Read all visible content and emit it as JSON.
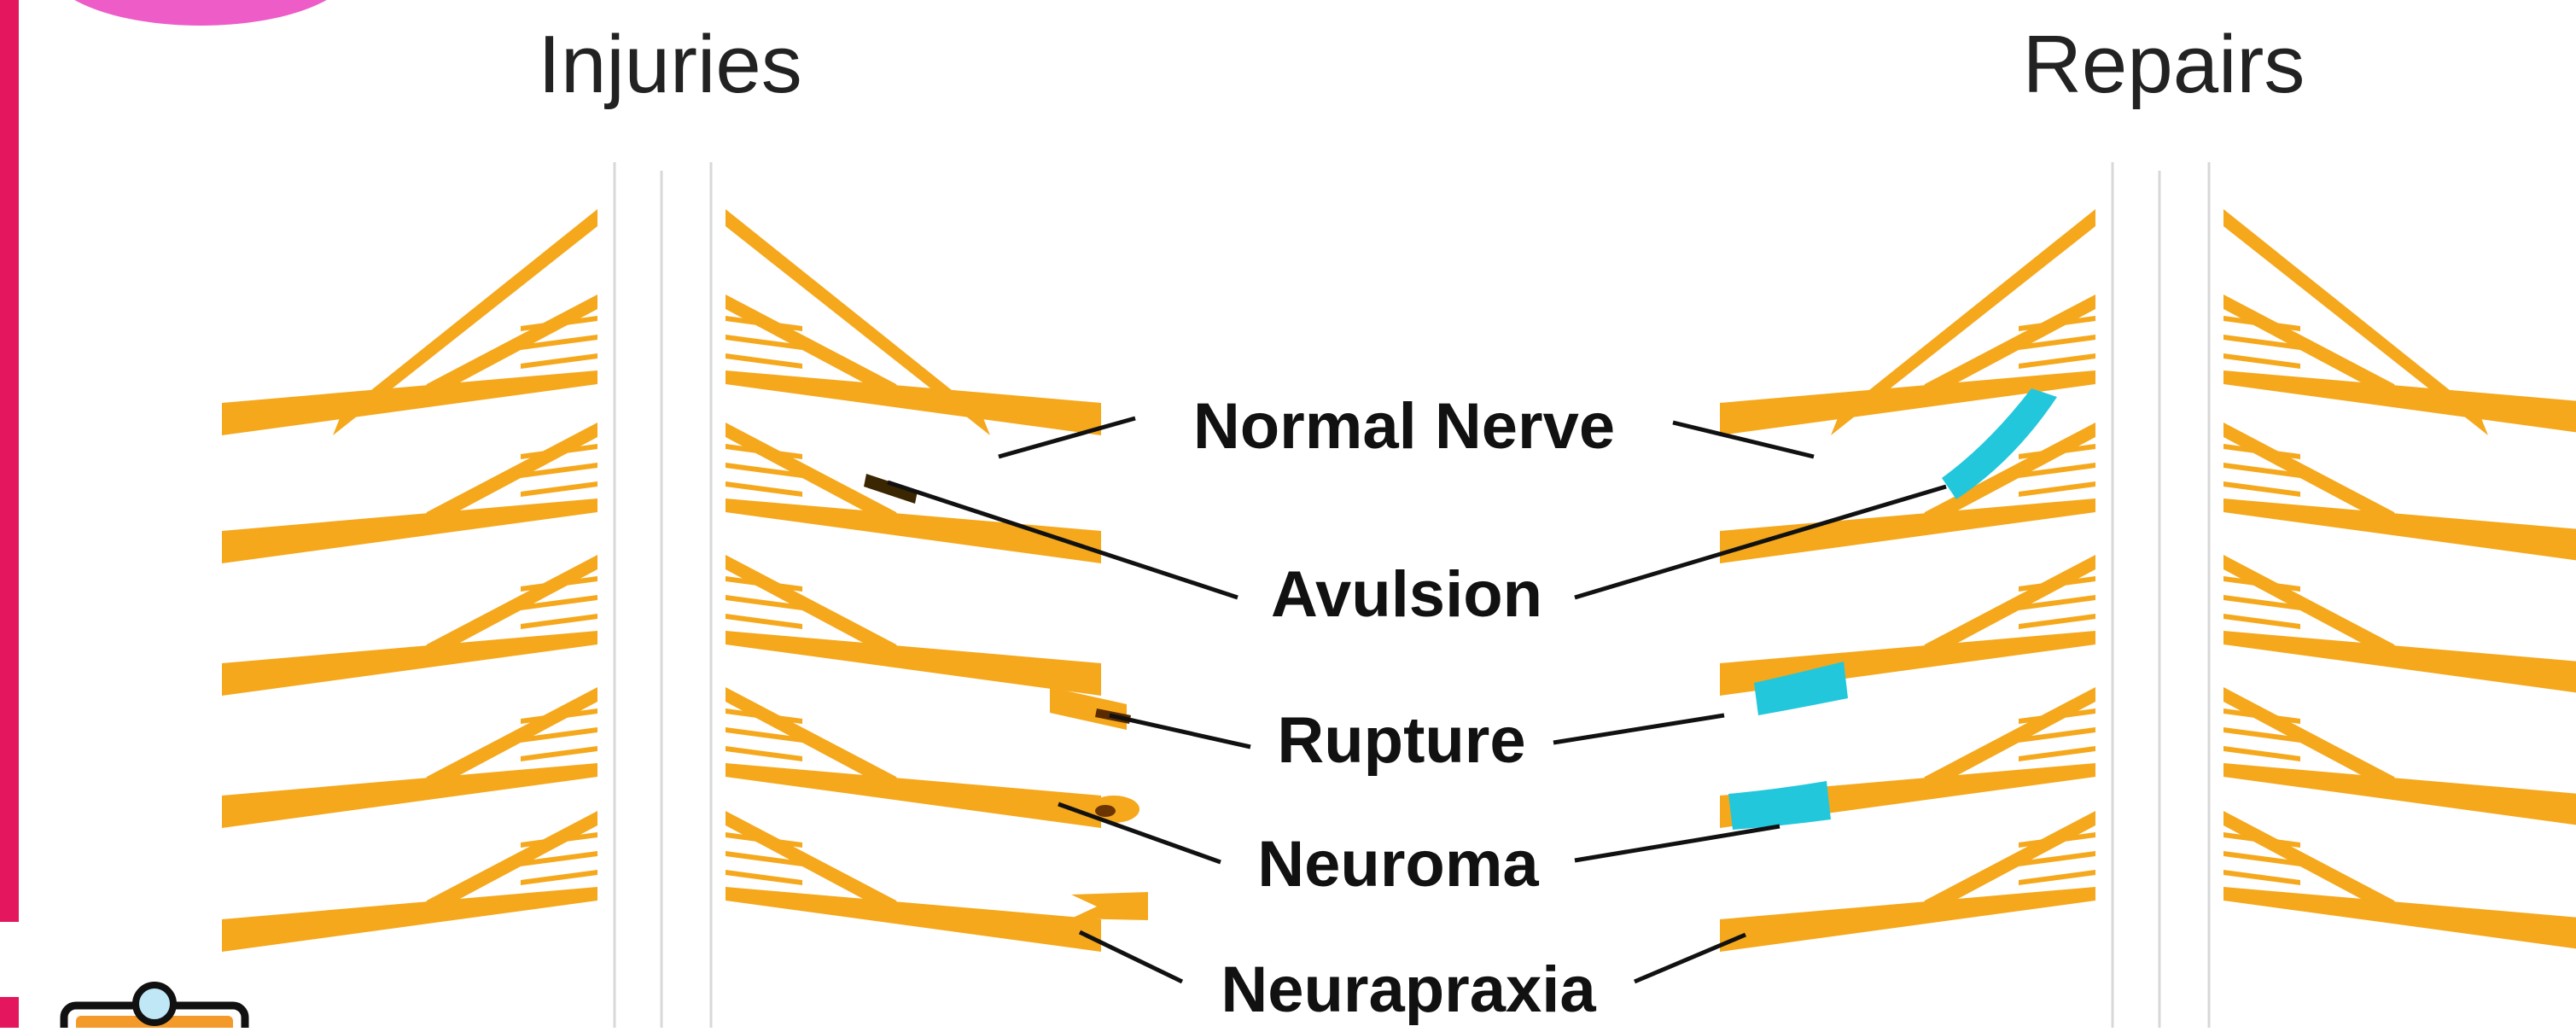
{
  "headings": {
    "left": "Injuries",
    "right": "Repairs"
  },
  "labels": {
    "normal": "Normal Nerve",
    "avulsion": "Avulsion",
    "rupture": "Rupture",
    "neuroma": "Neuroma",
    "neurapraxia": "Neurapraxia"
  },
  "colors": {
    "nerve": "#f5a81c",
    "graft": "#22c7dc",
    "accent_bar": "#e4175e",
    "accent_circle": "#ee5cc8",
    "leader": "#111111",
    "icon_orange": "#f39a2a"
  },
  "icons": {
    "top_left": "pink-circle",
    "bottom_left": "clipboard-icon"
  }
}
